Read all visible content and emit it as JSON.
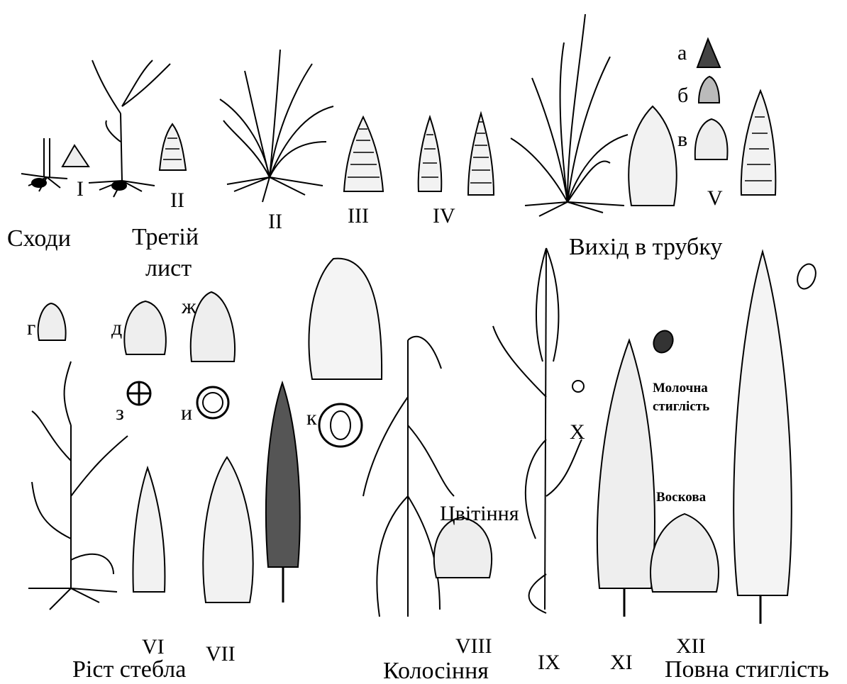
{
  "stages": {
    "I": "I",
    "II_a": "II",
    "II_b": "II",
    "III": "III",
    "IV": "IV",
    "V": "V",
    "VI": "VI",
    "VII": "VII",
    "VIII": "VIII",
    "IX": "IX",
    "X": "X",
    "XI": "XI",
    "XII": "XII"
  },
  "phases": {
    "sprouts": "Сходи",
    "third_leaf_1": "Третій",
    "third_leaf_2": "лист",
    "tube": "Вихід в трубку",
    "stem_growth": "Ріст стебла",
    "heading": "Колосіння",
    "flowering": "Цвітіння",
    "milk_1": "Молочна",
    "milk_2": "стиглість",
    "wax": "Воскова",
    "full_ripeness": "Повна стиглість"
  },
  "letters": {
    "a": "а",
    "b": "б",
    "v": "в",
    "g": "г",
    "d": "д",
    "zh": "ж",
    "z": "з",
    "i": "и",
    "k": "к"
  }
}
